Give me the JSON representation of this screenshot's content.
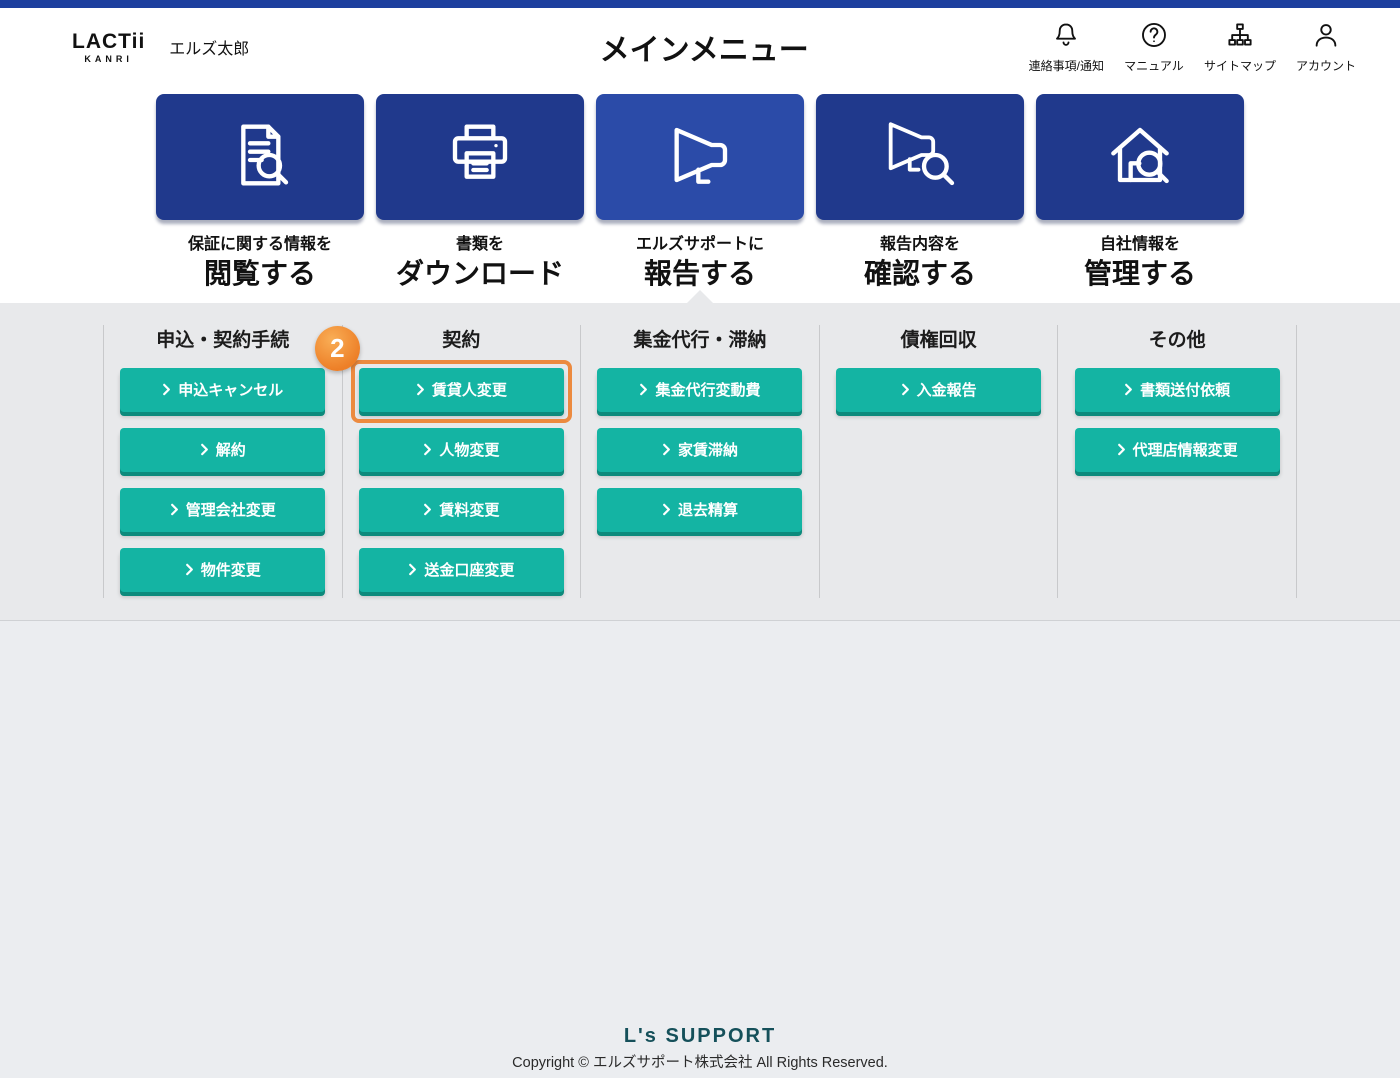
{
  "colors": {
    "top_bar": "#1d3f9e",
    "tile": "#20398c",
    "tile_selected": "#2b4ba8",
    "submenu_button": "#14b4a3",
    "submenu_button_shadow": "#0d8a7c",
    "highlight_border": "#ec8a3f",
    "badge_orange": "#ed7f27",
    "footer_logo": "#15505a"
  },
  "header": {
    "logo": {
      "primary": "LACTii",
      "secondary": "KANRI"
    },
    "user_name": "エルズ太郎",
    "title": "メインメニュー",
    "actions": [
      {
        "id": "notifications",
        "label": "連絡事項/通知"
      },
      {
        "id": "manual",
        "label": "マニュアル"
      },
      {
        "id": "sitemap",
        "label": "サイトマップ"
      },
      {
        "id": "account",
        "label": "アカウント"
      }
    ]
  },
  "tiles": [
    {
      "id": "view-guarantee-info",
      "line1": "保証に関する情報を",
      "line2": "閲覧する",
      "selected": false
    },
    {
      "id": "download-documents",
      "line1": "書類を",
      "line2": "ダウンロード",
      "selected": false
    },
    {
      "id": "report-to-support",
      "line1": "エルズサポートに",
      "line2": "報告する",
      "selected": true
    },
    {
      "id": "check-reports",
      "line1": "報告内容を",
      "line2": "確認する",
      "selected": false
    },
    {
      "id": "manage-company-info",
      "line1": "自社情報を",
      "line2": "管理する",
      "selected": false
    }
  ],
  "submenu": {
    "columns": [
      {
        "header": "申込・契約手続",
        "buttons": [
          "申込キャンセル",
          "解約",
          "管理会社変更",
          "物件変更"
        ]
      },
      {
        "header": "契約",
        "buttons": [
          "賃貸人変更",
          "人物変更",
          "賃料変更",
          "送金口座変更"
        ]
      },
      {
        "header": "集金代行・滞納",
        "buttons": [
          "集金代行変動費",
          "家賃滞納",
          "退去精算"
        ]
      },
      {
        "header": "債権回収",
        "buttons": [
          "入金報告"
        ]
      },
      {
        "header": "その他",
        "buttons": [
          "書類送付依頼",
          "代理店情報変更"
        ]
      }
    ],
    "step_badge": "2",
    "highlighted_button": "賃貸人変更"
  },
  "footer": {
    "logo": "L's SUPPORT",
    "copyright": "Copyright © エルズサポート株式会社 All Rights Reserved."
  }
}
